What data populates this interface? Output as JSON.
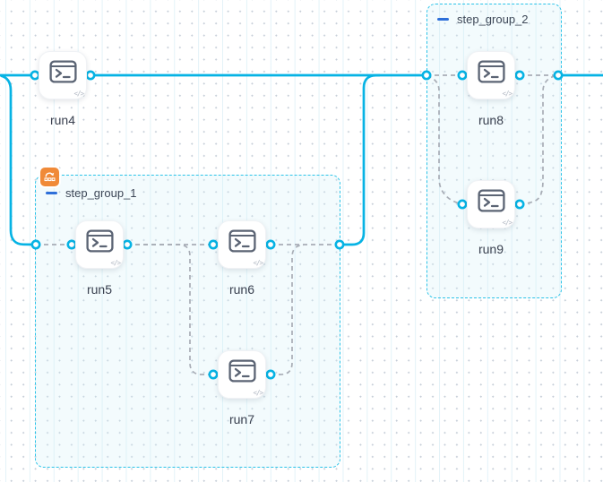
{
  "canvas": {
    "name": "workflow-dag-canvas"
  },
  "nodes": [
    {
      "id": "run4",
      "label": "run4",
      "icon": "terminal-icon"
    },
    {
      "id": "run5",
      "label": "run5",
      "icon": "terminal-icon"
    },
    {
      "id": "run6",
      "label": "run6",
      "icon": "terminal-icon"
    },
    {
      "id": "run7",
      "label": "run7",
      "icon": "terminal-icon"
    },
    {
      "id": "run8",
      "label": "run8",
      "icon": "terminal-icon"
    },
    {
      "id": "run9",
      "label": "run9",
      "icon": "terminal-icon"
    }
  ],
  "groups": [
    {
      "id": "step_group_1",
      "label": "step_group_1",
      "collapse_icon": "minus-icon",
      "badge_icon": "loop-icon"
    },
    {
      "id": "step_group_2",
      "label": "step_group_2",
      "collapse_icon": "minus-icon"
    }
  ],
  "glyphs": {
    "code": "</>"
  },
  "colors": {
    "flow_line": "#06b3e4",
    "port_ring": "#06b3e4",
    "group_border": "#2cc3e8",
    "connector_dash": "#a8adb6",
    "node_icon": "#5b6474",
    "node_label": "#3a4150",
    "group_title": "#3d4757",
    "collapse_minus": "#2e6fd9",
    "loop_badge_bg": "#f08a38"
  }
}
